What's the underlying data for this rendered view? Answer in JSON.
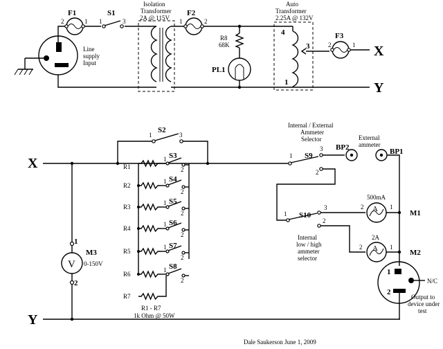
{
  "labels": {
    "f1": "F1",
    "f2": "F2",
    "f3": "F3",
    "s1": "S1",
    "s2": "S2",
    "s3": "S3",
    "s4": "S4",
    "s5": "S5",
    "s6": "S6",
    "s7": "S7",
    "s8": "S8",
    "s9": "S9",
    "s10": "S10",
    "pl1": "PL1",
    "r8": "R8",
    "r8_value": "68K",
    "m1": "M1",
    "m2": "M2",
    "m3": "M3",
    "m3_range": "0-150V",
    "bp1": "BP1",
    "bp2": "BP2",
    "x": "X",
    "y": "Y",
    "iso_line1": "Isolation",
    "iso_line2": "Transformer",
    "iso_line3": "2A @ 115V",
    "auto_line1": "Auto",
    "auto_line2": "Transformer",
    "auto_line3": "2.25A @ 132V",
    "line_supply_1": "Line",
    "line_supply_2": "supply",
    "line_supply_3": "Input",
    "ammsel_1": "Internal / External",
    "ammsel_2": "Ammeter",
    "ammsel_3": "Selector",
    "ext_amm_1": "External",
    "ext_amm_2": "ammeter",
    "lowhigh_1": "Internal",
    "lowhigh_2": "low / high",
    "lowhigh_3": "ammeter",
    "lowhigh_4": "selector",
    "amm_500": "500mA",
    "amm_2a": "2A",
    "volt_symbol": "V",
    "amm_symbol": "A",
    "nc": "N/C",
    "out_1": "Output to",
    "out_2": "device under",
    "out_3": "test",
    "r_caption_1": "R1 - R7",
    "r_caption_2": "1k Ohm @ 50W",
    "r1": "R1",
    "r2": "R2",
    "r3": "R3",
    "r4": "R4",
    "r5": "R5",
    "r6": "R6",
    "r7": "R7",
    "signature": "Dale Saukerson   June 1, 2009",
    "pin1": "1",
    "pin2": "2",
    "pin3": "3",
    "pin4": "4"
  }
}
